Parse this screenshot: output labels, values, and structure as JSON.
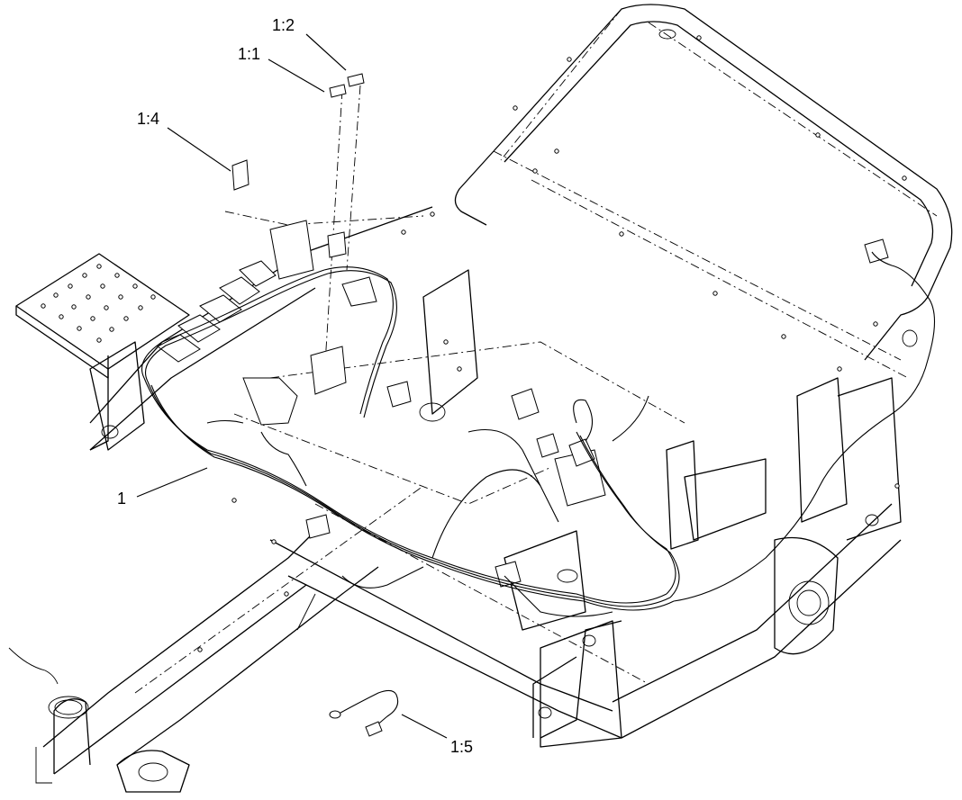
{
  "callouts": {
    "c1_2": "1:2",
    "c1_1": "1:1",
    "c1_4": "1:4",
    "c1": "1",
    "c1_5": "1:5"
  }
}
